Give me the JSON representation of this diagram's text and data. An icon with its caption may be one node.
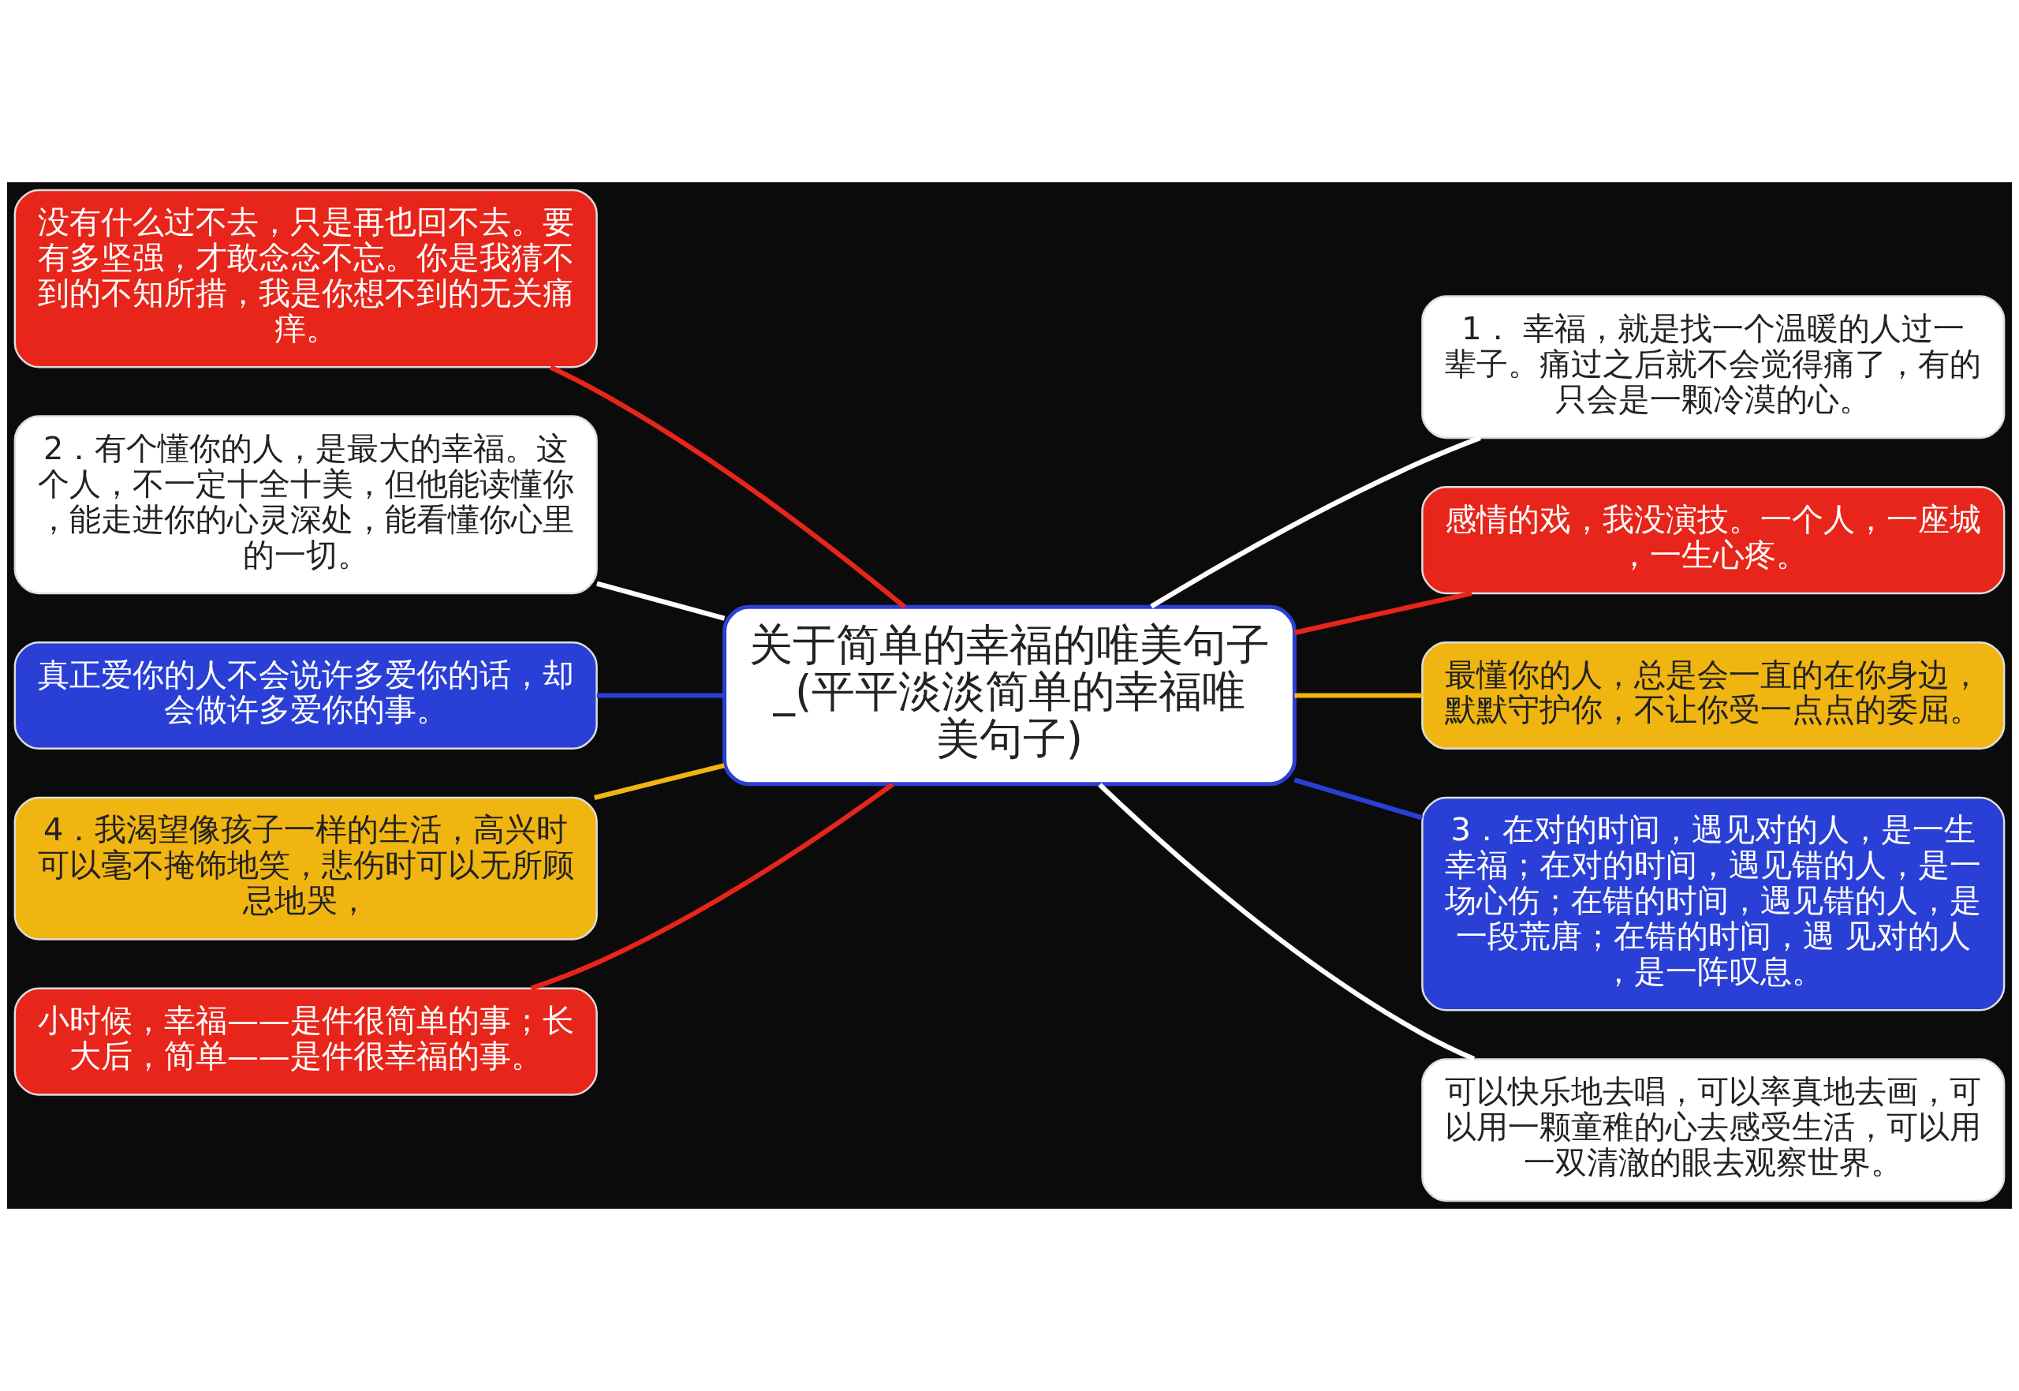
{
  "diagram": {
    "nodes": [
      {
        "text": [
          "关于简单的幸福的唯美句子_(平平淡淡简单的幸福唯美句子)"
        ]
      },
      {
        "text": [
          "没有什么过不去，只是再也回不去。要有多坚强，才敢念念不忘。你是我猜不到的不知所措，我是你想不到的无关痛痒。"
        ]
      },
      {
        "text": [
          "2．有个懂你的人，是最大的幸福。这个人，不一定十全十美，但他能读懂你，能走进你的心灵深处，能看懂你心里的一切。"
        ]
      },
      {
        "text": [
          "真正爱你的人不会说许多爱你的话，却会做许多爱你的事。"
        ]
      },
      {
        "text": [
          "4．我渴望像孩子一样的生活，高兴时可以毫不掩饰地笑，悲伤时可以无所顾忌地哭，"
        ]
      },
      {
        "text": [
          "小时候，幸福——是件很简单的事；长大后，简单——是件很幸福的事。"
        ]
      },
      {
        "text": [
          "1． 幸福，就是找一个温暖的人过一辈子。痛过之后就不会觉得痛了，有的只会是一颗冷漠的心。"
        ]
      },
      {
        "text": [
          "感情的戏，我没演技。一个人，一座城，一生心疼。"
        ]
      },
      {
        "text": [
          "最懂你的人，总是会一直的在你身边，默默守护你，不让你受一点点的委屈。"
        ]
      },
      {
        "text": [
          "3．在对的时间，遇见对的人，是一生幸福；在对的时间，遇见错的人，是一场心伤；在错的时间，遇见错的人，是一段荒唐；在错的时间，遇 见对的人，是一阵叹息。"
        ]
      },
      {
        "text": [
          "可以快乐地去唱，可以率真地去画，可以用一颗童稚的心去感受生活，可以用一双清澈的眼去观察世界。"
        ]
      }
    ],
    "edges": [
      {
        "from": 0,
        "to": 1,
        "arrow": "none",
        "color": "#e8251a"
      },
      {
        "from": 0,
        "to": 2,
        "arrow": "none",
        "color": "#ffffff"
      },
      {
        "from": 0,
        "to": 3,
        "arrow": "none",
        "color": "#2a3fd6"
      },
      {
        "from": 0,
        "to": 4,
        "arrow": "none",
        "color": "#f0b510"
      },
      {
        "from": 0,
        "to": 5,
        "arrow": "none",
        "color": "#e8251a"
      },
      {
        "from": 0,
        "to": 6,
        "arrow": "none",
        "color": "#ffffff"
      },
      {
        "from": 0,
        "to": 7,
        "arrow": "none",
        "color": "#e8251a"
      },
      {
        "from": 0,
        "to": 8,
        "arrow": "none",
        "color": "#f0b510"
      },
      {
        "from": 0,
        "to": 9,
        "arrow": "none",
        "color": "#2a3fd6"
      },
      {
        "from": 0,
        "to": 10,
        "arrow": "none",
        "color": "#ffffff"
      }
    ]
  }
}
